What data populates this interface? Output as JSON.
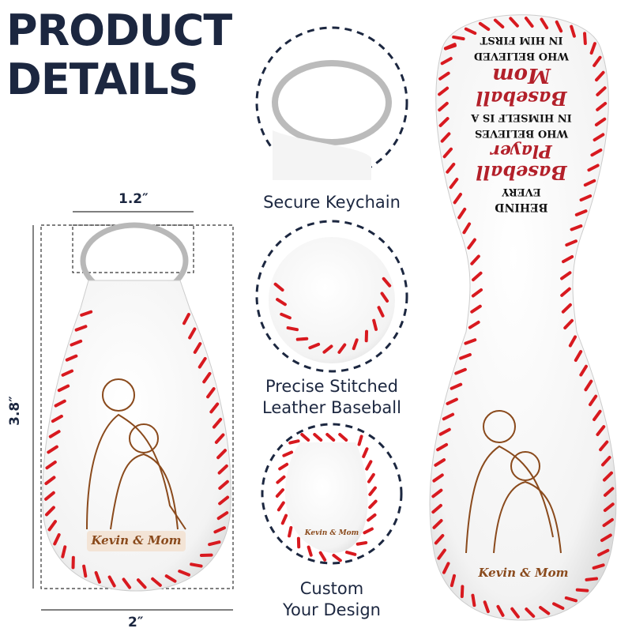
{
  "title": {
    "line1": "PRODUCT",
    "line2": "DETAILS"
  },
  "dimensions": {
    "width_top": "1.2″",
    "height": "3.8″",
    "width_bottom": "2″"
  },
  "features": [
    {
      "label": "Secure Keychain"
    },
    {
      "label_line1": "Precise Stitched",
      "label_line2": "Leather Baseball"
    },
    {
      "label_line1": "Custom",
      "label_line2": "Your Design"
    }
  ],
  "keychain_front": {
    "name_text": "Kevin & Mom"
  },
  "keychain_back": {
    "lines": [
      "BEHIND",
      "EVERY",
      "Baseball",
      "Player",
      "WHO BELIEVES",
      "IN HIMSELF IS A",
      "Baseball",
      "Mom",
      "WHO BELIEVED",
      "IN HIM FIRST"
    ]
  },
  "colors": {
    "title": "#1c2740",
    "stitch": "#d8191f",
    "engraving": "#8a4a1c",
    "script_red": "#b3202a"
  }
}
